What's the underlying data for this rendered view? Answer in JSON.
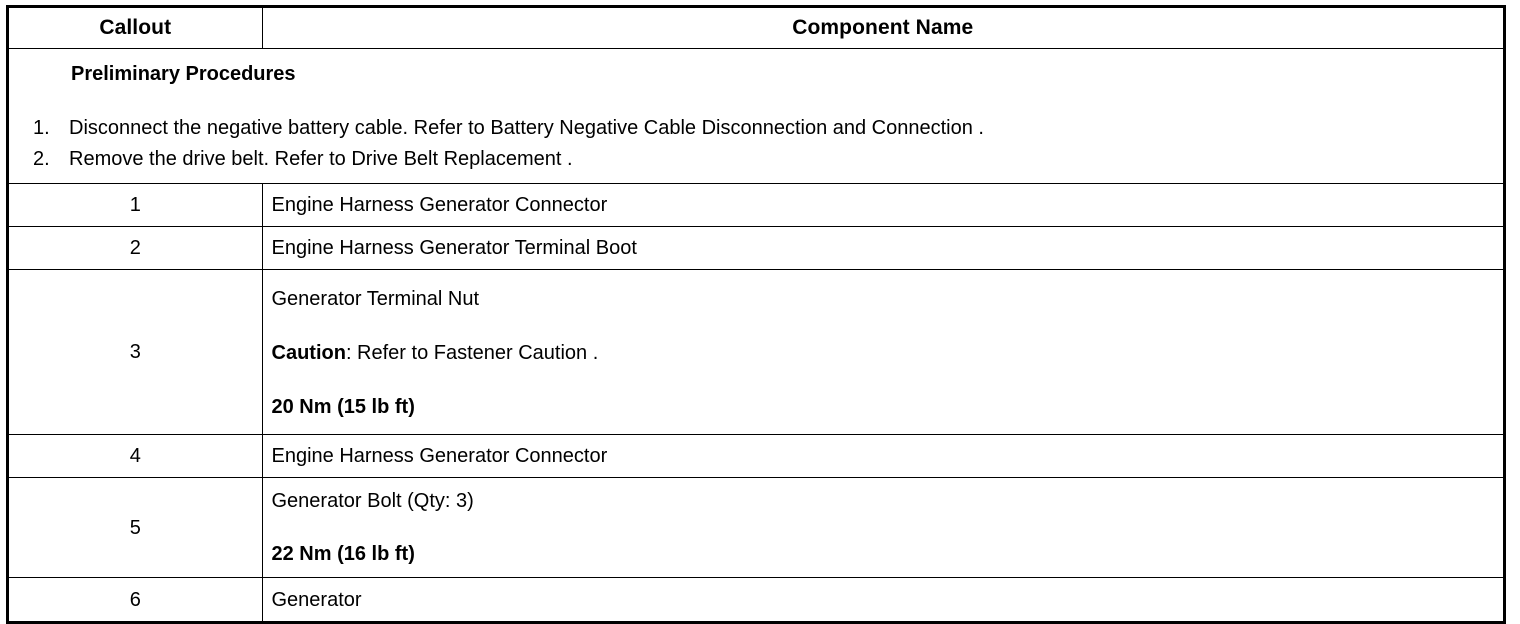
{
  "table": {
    "headers": {
      "callout": "Callout",
      "component_name": "Component Name"
    },
    "preliminary": {
      "title": "Preliminary Procedures",
      "steps": [
        {
          "number": "1.",
          "text": "Disconnect the negative battery cable. Refer to Battery Negative Cable Disconnection and Connection ."
        },
        {
          "number": "2.",
          "text": "Remove the drive belt. Refer to Drive Belt Replacement ."
        }
      ]
    },
    "rows": [
      {
        "callout": "1",
        "name": "Engine Harness Generator Connector"
      },
      {
        "callout": "2",
        "name": "Engine Harness Generator Terminal Boot"
      },
      {
        "callout": "3",
        "name": "Generator Terminal Nut",
        "caution_label": "Caution",
        "caution_text": ": Refer to Fastener Caution .",
        "torque": "20 Nm (15 lb ft)"
      },
      {
        "callout": "4",
        "name": "Engine Harness Generator Connector"
      },
      {
        "callout": "5",
        "name": "Generator Bolt (Qty: 3)",
        "torque": "22 Nm (16 lb ft)"
      },
      {
        "callout": "6",
        "name": "Generator"
      }
    ]
  },
  "colors": {
    "border": "#000000",
    "background": "#ffffff",
    "text": "#000000"
  }
}
